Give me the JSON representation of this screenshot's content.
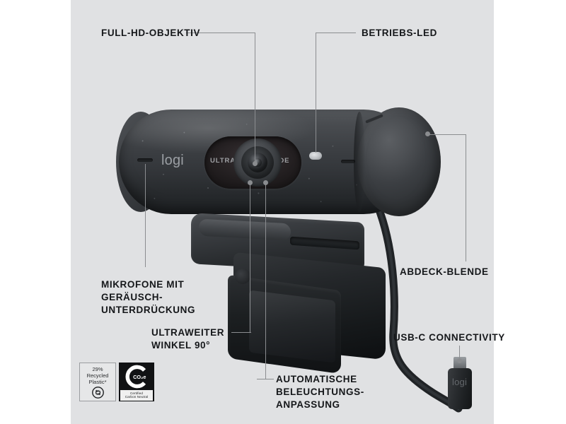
{
  "panel": {
    "background_color": "#e0e1e3",
    "page_background_color": "#ffffff"
  },
  "product": {
    "brand_wordmark": "logi",
    "lens_label_left": "ULTRA",
    "lens_label_right": "WIDE",
    "connector_wordmark": "logi"
  },
  "callouts": [
    {
      "id": "full-hd-lens",
      "text": "FULL-HD-OBJEKTIV",
      "position": "top-left"
    },
    {
      "id": "power-led",
      "text": "BETRIEBS-LED",
      "position": "top-right"
    },
    {
      "id": "noise-cancelling-mics",
      "text": "MIKROFONE MIT\nGERÄUSCH-\nUNTERDRÜCKUNG",
      "position": "left"
    },
    {
      "id": "ultrawide-angle",
      "text": "ULTRAWEITER\nWINKEL 90°",
      "position": "left-lower"
    },
    {
      "id": "auto-light-correction",
      "text": "AUTOMATISCHE\nBELEUCHTUNGS-\nANPASSUNG",
      "position": "bottom-center"
    },
    {
      "id": "privacy-shutter",
      "text": "ABDECK-BLENDE",
      "position": "right"
    },
    {
      "id": "usb-c-connectivity",
      "text": "USB-C CONNECTIVITY",
      "position": "right-lower"
    }
  ],
  "badges": {
    "recycled": {
      "line1": "29%",
      "line2": "Recycled",
      "line3": "Plastic*",
      "icon": "recycle-icon"
    },
    "carbon": {
      "mark": "CO₂e",
      "caption_line1": "Certified",
      "caption_line2": "Carbon Neutral",
      "icon": "carbon-neutral-c-icon"
    }
  },
  "colors": {
    "leader_line": "#8b8d90",
    "label_text": "#15171a",
    "panel": "#e0e1e3",
    "body_dark": "#3a3d41"
  }
}
